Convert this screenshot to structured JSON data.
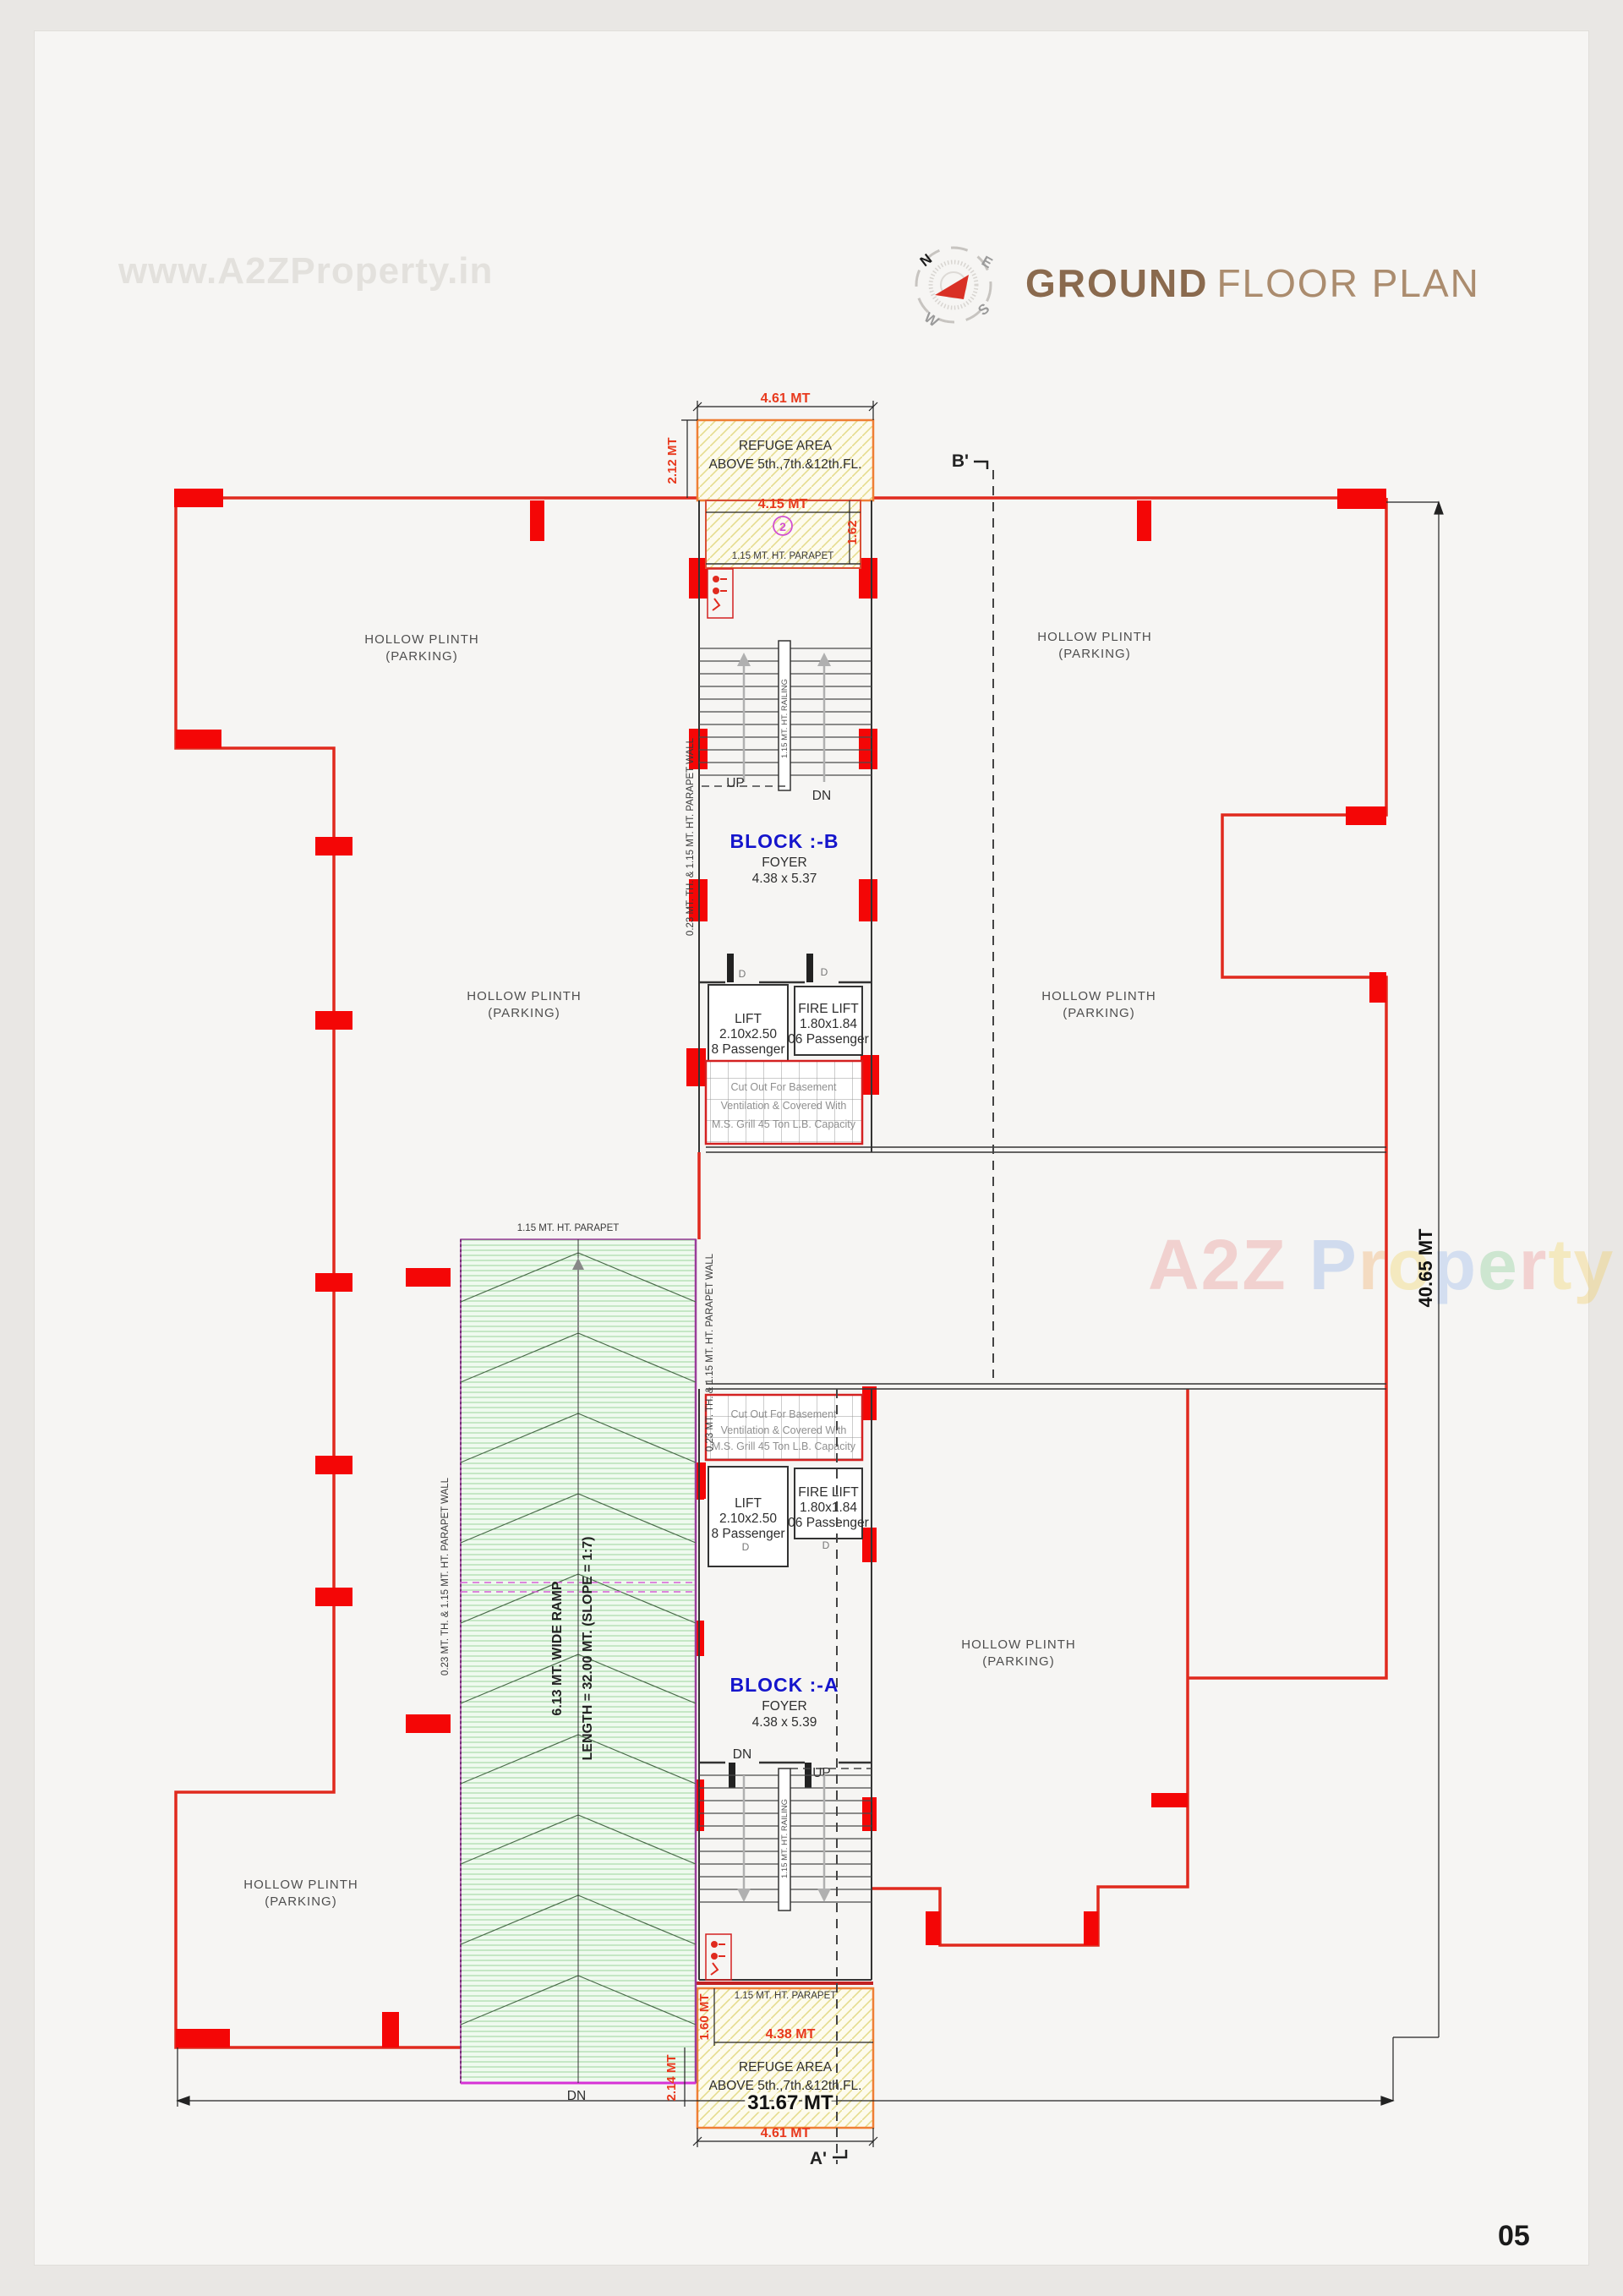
{
  "page": {
    "number": "05"
  },
  "watermarks": {
    "top_left": "www.A2ZProperty.in",
    "brand": "A2Z",
    "brand_suffix": [
      "P",
      "r",
      "o",
      "p",
      "e",
      "r",
      "t",
      "y"
    ]
  },
  "header": {
    "title_bold": "GROUND",
    "title_light": "FLOOR PLAN",
    "compass": {
      "n": "N",
      "e": "E",
      "s": "S",
      "w": "W"
    }
  },
  "labels": {
    "refuge_line1": "REFUGE AREA",
    "refuge_line2": "ABOVE 5th.,7th.&12th.FL.",
    "parapet": "1.15 MT. HT. PARAPET",
    "parapet_wall": "0.23 MT. TH. & 1.15 MT. HT.  PARAPET WALL",
    "railing": "1.15 MT. HT. RAILING",
    "hollow_plinth": "HOLLOW PLINTH",
    "parking": "(PARKING)",
    "block_b": "BLOCK :-B",
    "block_a": "BLOCK :-A",
    "foyer": "FOYER",
    "block_b_size": "4.38 x 5.37",
    "block_a_size": "4.38 x 5.39",
    "lift": "LIFT",
    "lift_size": "2.10x2.50",
    "lift_capacity": "8 Passenger",
    "fire_lift": "FIRE LIFT",
    "fire_lift_size": "1.80x1.84",
    "fire_lift_capacity": "06 Passenger",
    "cutout_line1": "Cut Out For Basement",
    "cutout_line2": "Ventilation & Covered With",
    "cutout_line3": "M.S. Grill 45 Ton L.B. Capacity",
    "ramp_line1": "6.13 MT.  WIDE RAMP",
    "ramp_line2": "LENGTH = 32.00 MT. (SLOPE = 1:7)",
    "up": "UP",
    "dn": "DN",
    "door": "D",
    "section_b": "B'",
    "section_a": "A'",
    "note_2": "2"
  },
  "dimensions": {
    "top_width": "4.61 MT",
    "top_offset": "2.12 MT",
    "inner_width": "4.15 MT",
    "inner_offset": "1.62",
    "right_height": "40.65 MT",
    "bottom_total": "31.67 MT",
    "bottom_inner": "4.38 MT",
    "bottom_offset_1": "1.60 MT",
    "bottom_offset_2": "2.14 MT",
    "bottom_width": "4.61 MT"
  }
}
